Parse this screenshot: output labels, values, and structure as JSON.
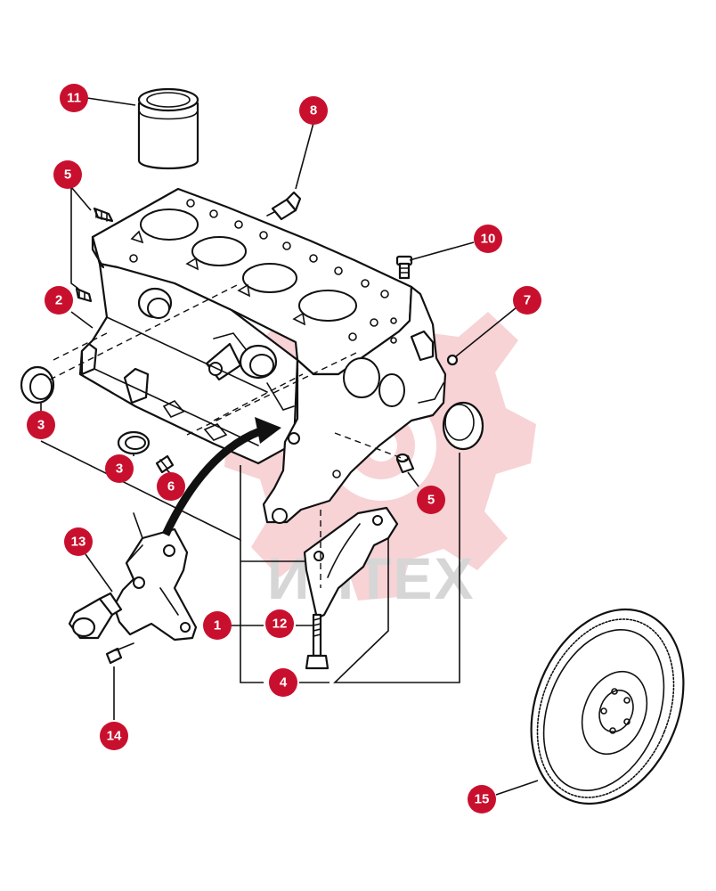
{
  "diagram": {
    "type": "exploded-parts-view",
    "callouts": [
      {
        "id": "c1",
        "label": "1"
      },
      {
        "id": "c2",
        "label": "2"
      },
      {
        "id": "c3a",
        "label": "3"
      },
      {
        "id": "c3b",
        "label": "3"
      },
      {
        "id": "c4",
        "label": "4"
      },
      {
        "id": "c5a",
        "label": "5"
      },
      {
        "id": "c5b",
        "label": "5"
      },
      {
        "id": "c6",
        "label": "6"
      },
      {
        "id": "c7",
        "label": "7"
      },
      {
        "id": "c8",
        "label": "8"
      },
      {
        "id": "c10",
        "label": "10"
      },
      {
        "id": "c11",
        "label": "11"
      },
      {
        "id": "c12",
        "label": "12"
      },
      {
        "id": "c13",
        "label": "13"
      },
      {
        "id": "c14",
        "label": "14"
      },
      {
        "id": "c15",
        "label": "15"
      }
    ],
    "watermark": {
      "text": "ИНТЕХ"
    },
    "colors": {
      "callout": "#c8102e",
      "watermark_gear": "#f7d3d6",
      "line": "#111111"
    }
  }
}
